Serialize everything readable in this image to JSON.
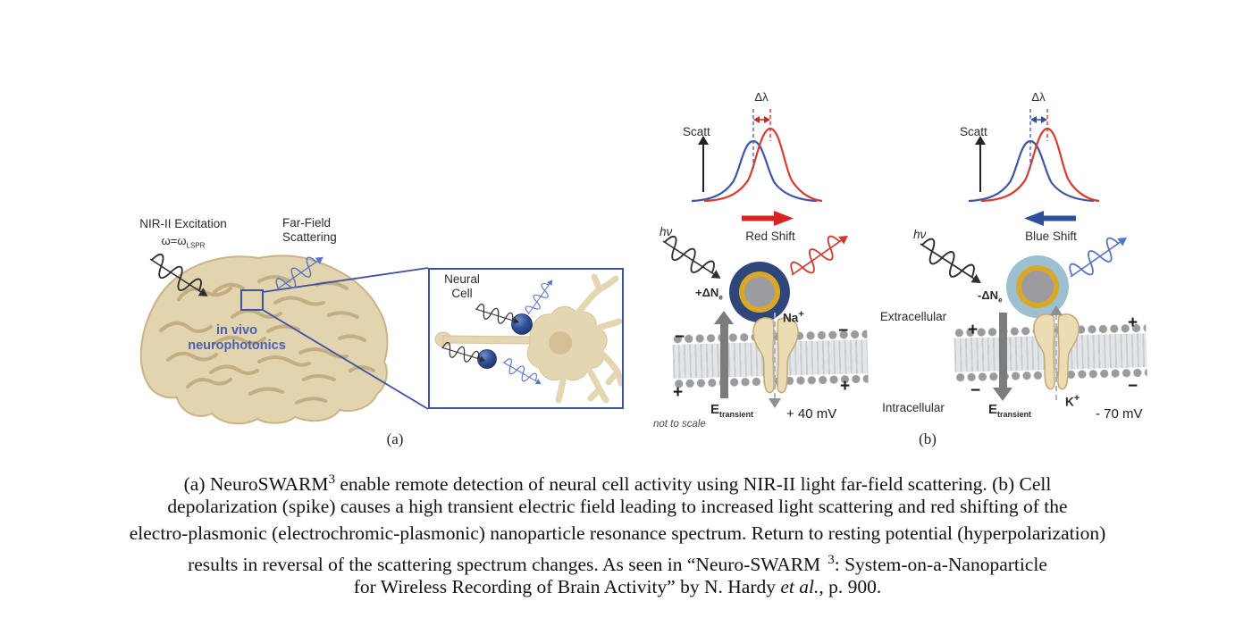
{
  "panel_a": {
    "label": "(a)",
    "nir_excitation": "NIR-II Excitation",
    "omega": "ω=ω",
    "omega_sub": "LSPR",
    "far_field_1": "Far-Field",
    "far_field_2": "Scattering",
    "invivo_1": "in vivo",
    "invivo_2": "neurophotonics",
    "inset_1": "Neural",
    "inset_2": "Cell"
  },
  "panel_b": {
    "label": "(b)",
    "extracellular": "Extracellular",
    "intracellular": "Intracellular",
    "not_to_scale": "not to scale",
    "red": {
      "scatt": "Scatt",
      "delta_lambda": "Δλ",
      "shift": "Red Shift",
      "hv": "hν",
      "dne": "+ΔN",
      "dne_sub": "e",
      "ion": "Na",
      "ion_sup": "+",
      "e": "E",
      "e_sub": "transient",
      "mv": "+ 40 mV",
      "charges": {
        "tl": "−",
        "tr": "−",
        "bl": "+",
        "br": "+"
      }
    },
    "blue": {
      "scatt": "Scatt",
      "delta_lambda": "Δλ",
      "shift": "Blue Shift",
      "hv": "hν",
      "dne": "-ΔN",
      "dne_sub": "e",
      "ion": "K",
      "ion_sup": "+",
      "e": "E",
      "e_sub": "transient",
      "mv": "- 70 mV",
      "charges": {
        "tl": "+",
        "tr": "+",
        "bl": "−",
        "br": "−"
      }
    }
  },
  "caption": {
    "line1_pre": "(a) NeuroSWARM",
    "line1_sup": "3",
    "line1_post": " enable remote detection of neural cell activity using NIR-II light far-field scattering. (b) Cell",
    "line2": "depolarization (spike) causes a high transient electric field leading to increased light scattering and red shifting of the",
    "line3": "electro-plasmonic (electrochromic-plasmonic) nanoparticle resonance spectrum. Return to resting potential (hyperpolarization)",
    "line4_pre": "results in reversal of the scattering spectrum changes. As seen in “Neuro-SWARM",
    "line4_sup": "3",
    "line4_post": ": System-on-a-Nanoparticle",
    "line5_pre": "for Wireless Recording of Brain Activity” by N. Hardy ",
    "line5_italic": "et al.",
    "line5_post": ", p. 900."
  },
  "colors": {
    "accent_blue": "#3f51a1",
    "brain_tan": "#e2d4ae",
    "spectrum_red": "#d93a2f",
    "spectrum_blue": "#3f55a7",
    "red_shift_arrow": "#d8231f",
    "blue_shift_arrow": "#2d4f9e",
    "nanoparticle_shell_charged": "#2e4679",
    "nanoparticle_shell_rest": "#9cc0d0",
    "nanoparticle_gold": "#d9a827",
    "nanoparticle_core": "#9c9ca0",
    "membrane_gray": "#9b9b9b",
    "channel_tan": "#ecdcb4"
  }
}
